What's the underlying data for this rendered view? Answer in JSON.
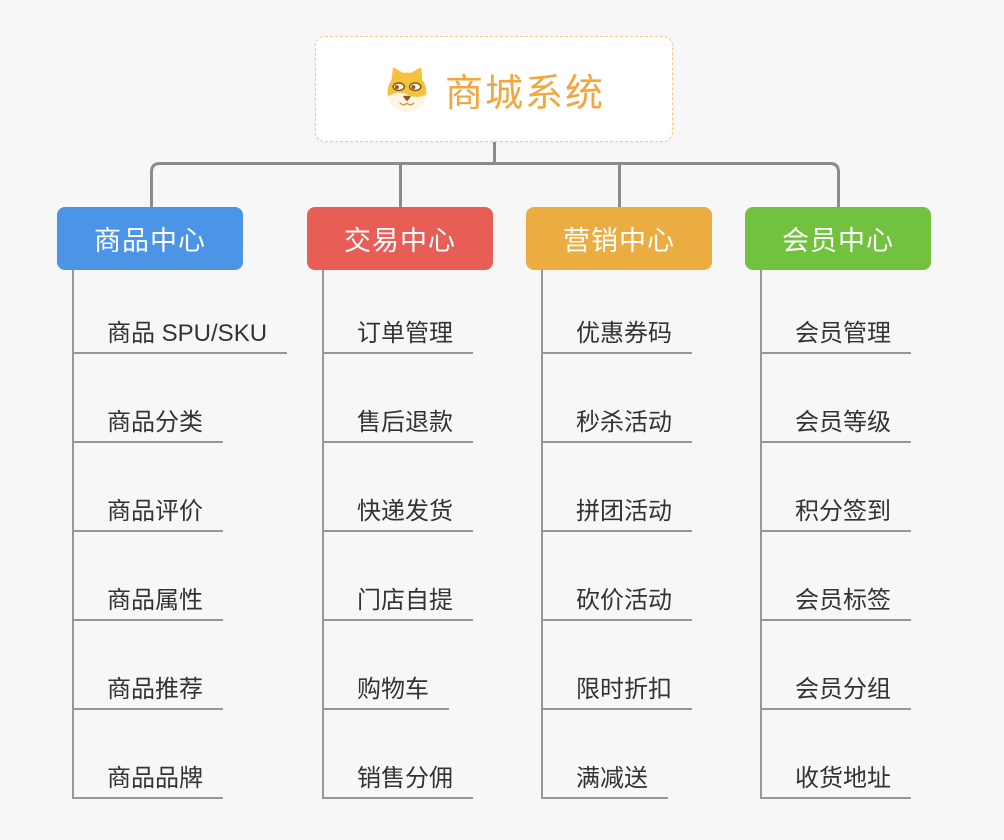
{
  "root": {
    "title": "商城系统",
    "icon": "doge-face-icon"
  },
  "branches": [
    {
      "label": "商品中心",
      "color": "#4b94e8",
      "items": [
        "商品 SPU/SKU",
        "商品分类",
        "商品评价",
        "商品属性",
        "商品推荐",
        "商品品牌"
      ]
    },
    {
      "label": "交易中心",
      "color": "#e85e57",
      "items": [
        "订单管理",
        "售后退款",
        "快递发货",
        "门店自提",
        "购物车",
        "销售分佣"
      ]
    },
    {
      "label": "营销中心",
      "color": "#ebac42",
      "items": [
        "优惠券码",
        "秒杀活动",
        "拼团活动",
        "砍价活动",
        "限时折扣",
        "满减送"
      ]
    },
    {
      "label": "会员中心",
      "color": "#72c13f",
      "items": [
        "会员管理",
        "会员等级",
        "积分签到",
        "会员标签",
        "会员分组",
        "收货地址"
      ]
    }
  ],
  "colors": {
    "background": "#f7f7f7",
    "connector_line": "#8c8c8c",
    "leaf_line": "#979797",
    "root_accent": "#f2a63e",
    "root_border": "#f2c98e",
    "leaf_text": "#333333"
  }
}
